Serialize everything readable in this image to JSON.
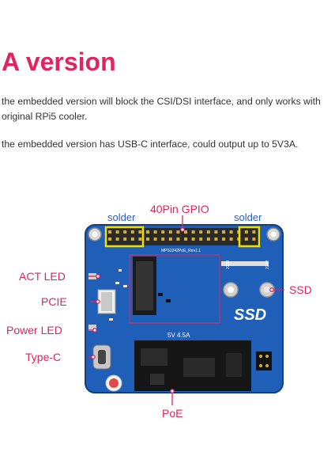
{
  "title": "A version",
  "paragraphs": [
    "the embedded version will block the CSI/DSI interface, and only works with original RPi5 cooler.",
    "the embedded version has USB-C interface, could output up to 5V3A."
  ],
  "labels": {
    "gpio": "40Pin GPIO",
    "solder_left": "solder",
    "solder_right": "solder",
    "act_led": "ACT LED",
    "pcie": "PCIE",
    "power_led": "Power LED",
    "type_c": "Type-C",
    "ssd": "SSD",
    "poe": "PoE"
  },
  "board_print": {
    "model": "MPS2242PoE_Rev1.1",
    "ssd": "SSD",
    "power": "5V 4.5A",
    "m2_2230": "2230",
    "m2_2242": "2242"
  },
  "colors": {
    "accent": "#e0245e",
    "pcb": "#1f5fb8",
    "solder_box": "#f0e000",
    "callout": "#2a5fc4"
  }
}
